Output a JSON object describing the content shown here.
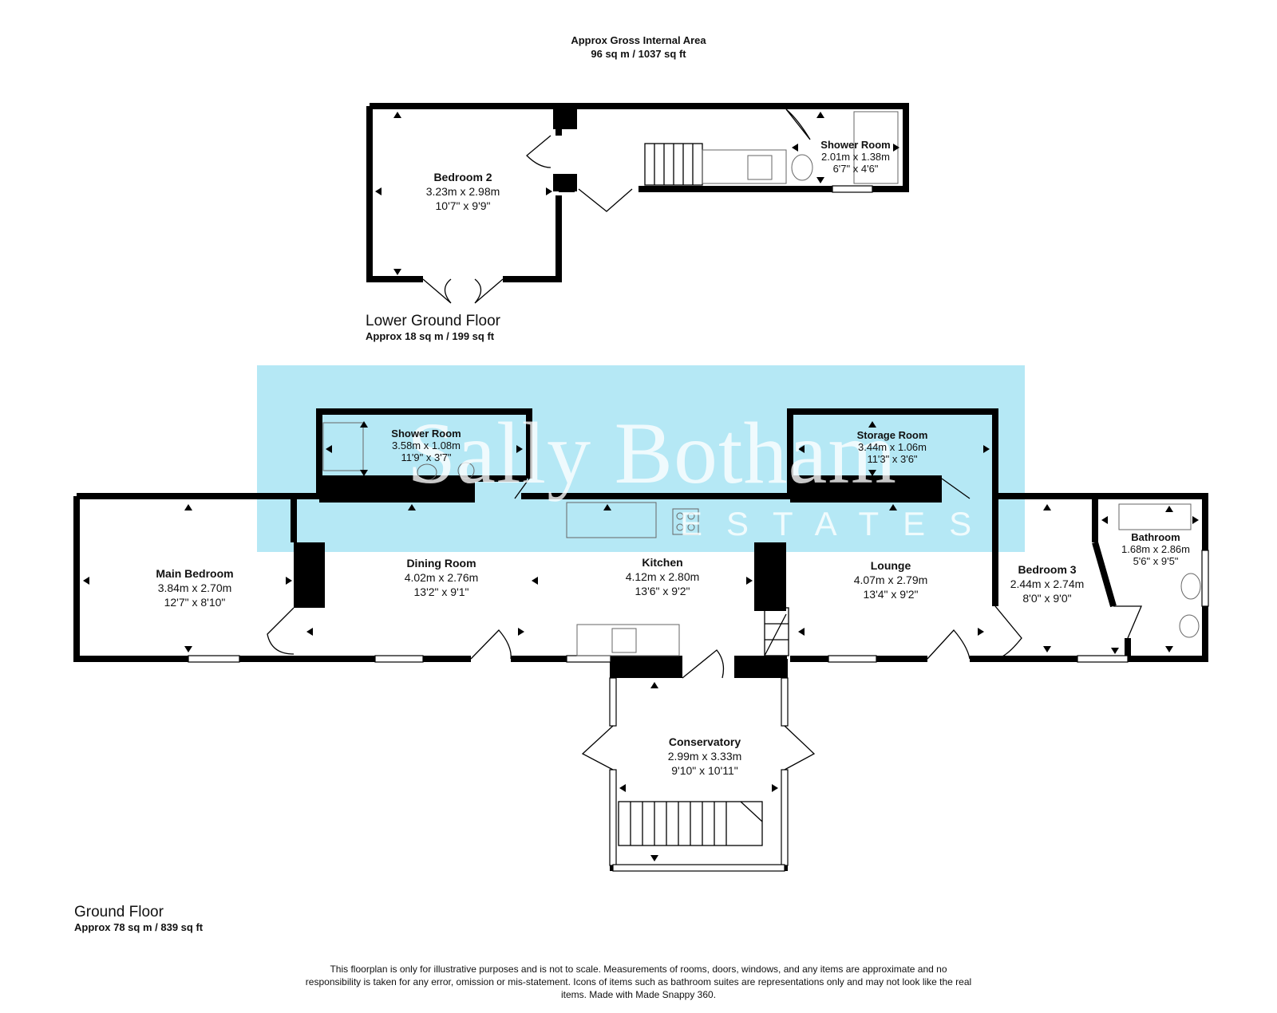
{
  "header": {
    "title": "Approx Gross Internal Area",
    "area": "96 sq m / 1037 sq ft"
  },
  "lower_ground": {
    "title": "Lower Ground Floor",
    "area": "Approx 18 sq m / 199 sq ft",
    "rooms": {
      "bedroom2": {
        "name": "Bedroom 2",
        "metric": "3.23m x 2.98m",
        "imperial": "10'7\" x 9'9\""
      },
      "shower_room": {
        "name": "Shower Room",
        "metric": "2.01m x 1.38m",
        "imperial": "6'7\" x 4'6\""
      }
    }
  },
  "ground": {
    "title": "Ground Floor",
    "area": "Approx 78 sq m / 839 sq ft",
    "rooms": {
      "shower_room": {
        "name": "Shower Room",
        "metric": "3.58m x 1.08m",
        "imperial": "11'9\" x 3'7\""
      },
      "storage_room": {
        "name": "Storage Room",
        "metric": "3.44m x 1.06m",
        "imperial": "11'3\" x 3'6\""
      },
      "main_bedroom": {
        "name": "Main Bedroom",
        "metric": "3.84m x 2.70m",
        "imperial": "12'7\" x 8'10\""
      },
      "dining_room": {
        "name": "Dining Room",
        "metric": "4.02m x 2.76m",
        "imperial": "13'2\" x 9'1\""
      },
      "kitchen": {
        "name": "Kitchen",
        "metric": "4.12m x 2.80m",
        "imperial": "13'6\" x 9'2\""
      },
      "lounge": {
        "name": "Lounge",
        "metric": "4.07m x 2.79m",
        "imperial": "13'4\" x 9'2\""
      },
      "bedroom3": {
        "name": "Bedroom 3",
        "metric": "2.44m x 2.74m",
        "imperial": "8'0\" x 9'0\""
      },
      "bathroom": {
        "name": "Bathroom",
        "metric": "1.68m x 2.86m",
        "imperial": "5'6\" x 9'5\""
      },
      "conservatory": {
        "name": "Conservatory",
        "metric": "2.99m x 3.33m",
        "imperial": "9'10\" x 10'11\""
      }
    }
  },
  "watermark": {
    "brand": "Sally Botham",
    "sub": "ESTATES",
    "color": "#78d6ec"
  },
  "disclaimer": "This floorplan is only for illustrative purposes and is not to scale. Measurements of rooms, doors, windows, and any items are approximate and no responsibility is taken for any error, omission or mis-statement. Icons of items such as bathroom suites are representations only and may not look like the real items. Made with Made Snappy 360.",
  "colors": {
    "wall": "#000000",
    "watermark": "#78d6ec"
  }
}
